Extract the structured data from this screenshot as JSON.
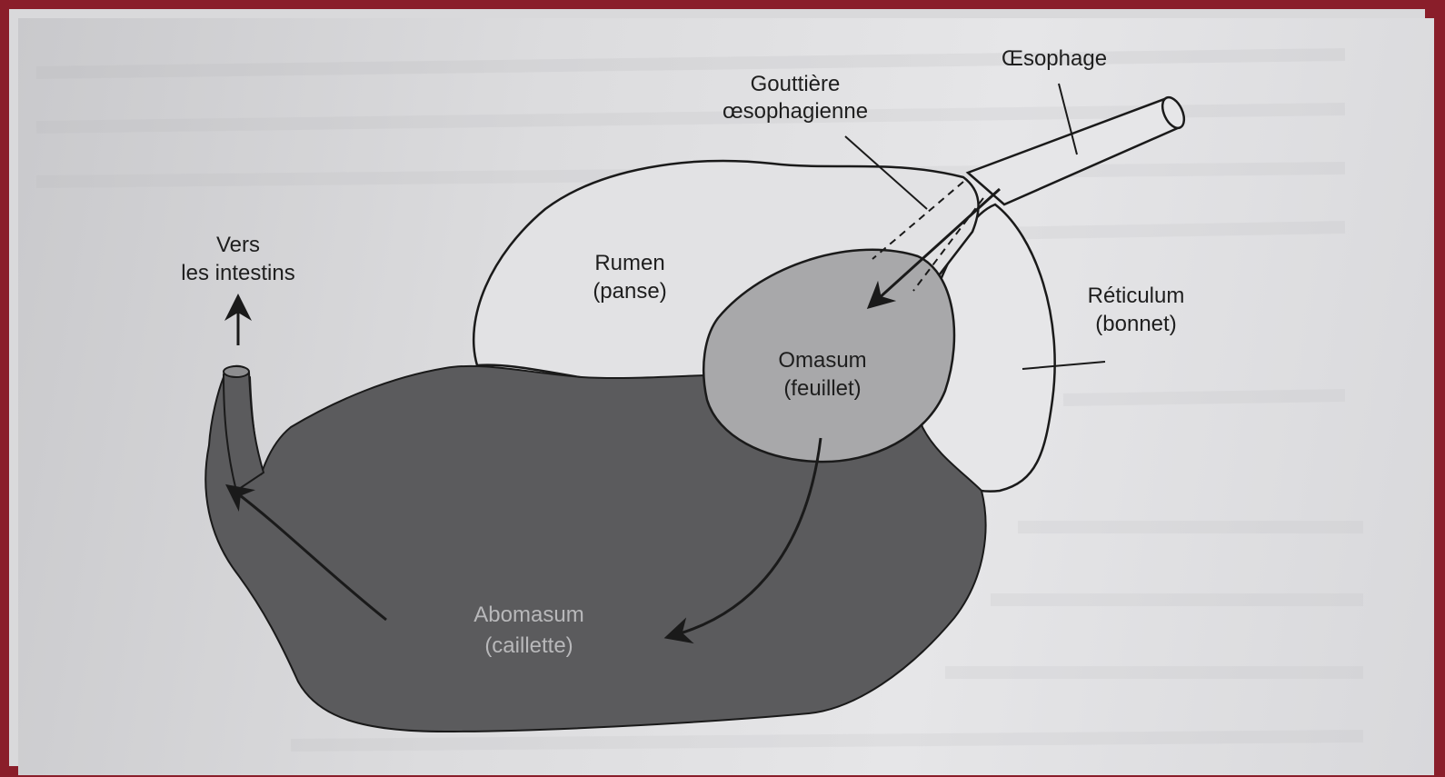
{
  "labels": {
    "oesophagus": "Œsophage",
    "groove_line1": "Gouttière",
    "groove_line2": "œsophagienne",
    "intestines_line1": "Vers",
    "intestines_line2": "les intestins",
    "rumen_line1": "Rumen",
    "rumen_line2": "(panse)",
    "reticulum_line1": "Réticulum",
    "reticulum_line2": "(bonnet)",
    "omasum_line1": "Omasum",
    "omasum_line2": "(feuillet)",
    "abomasum_line1": "Abomasum",
    "abomasum_line2": "(caillette)"
  },
  "colors": {
    "frame": "#8a1e2a",
    "abomasum_fill": "#5a5a5c",
    "omasum_fill": "#a9a9ab",
    "rumen_fill": "#e3e3e5",
    "outline": "#1a1a1a"
  }
}
